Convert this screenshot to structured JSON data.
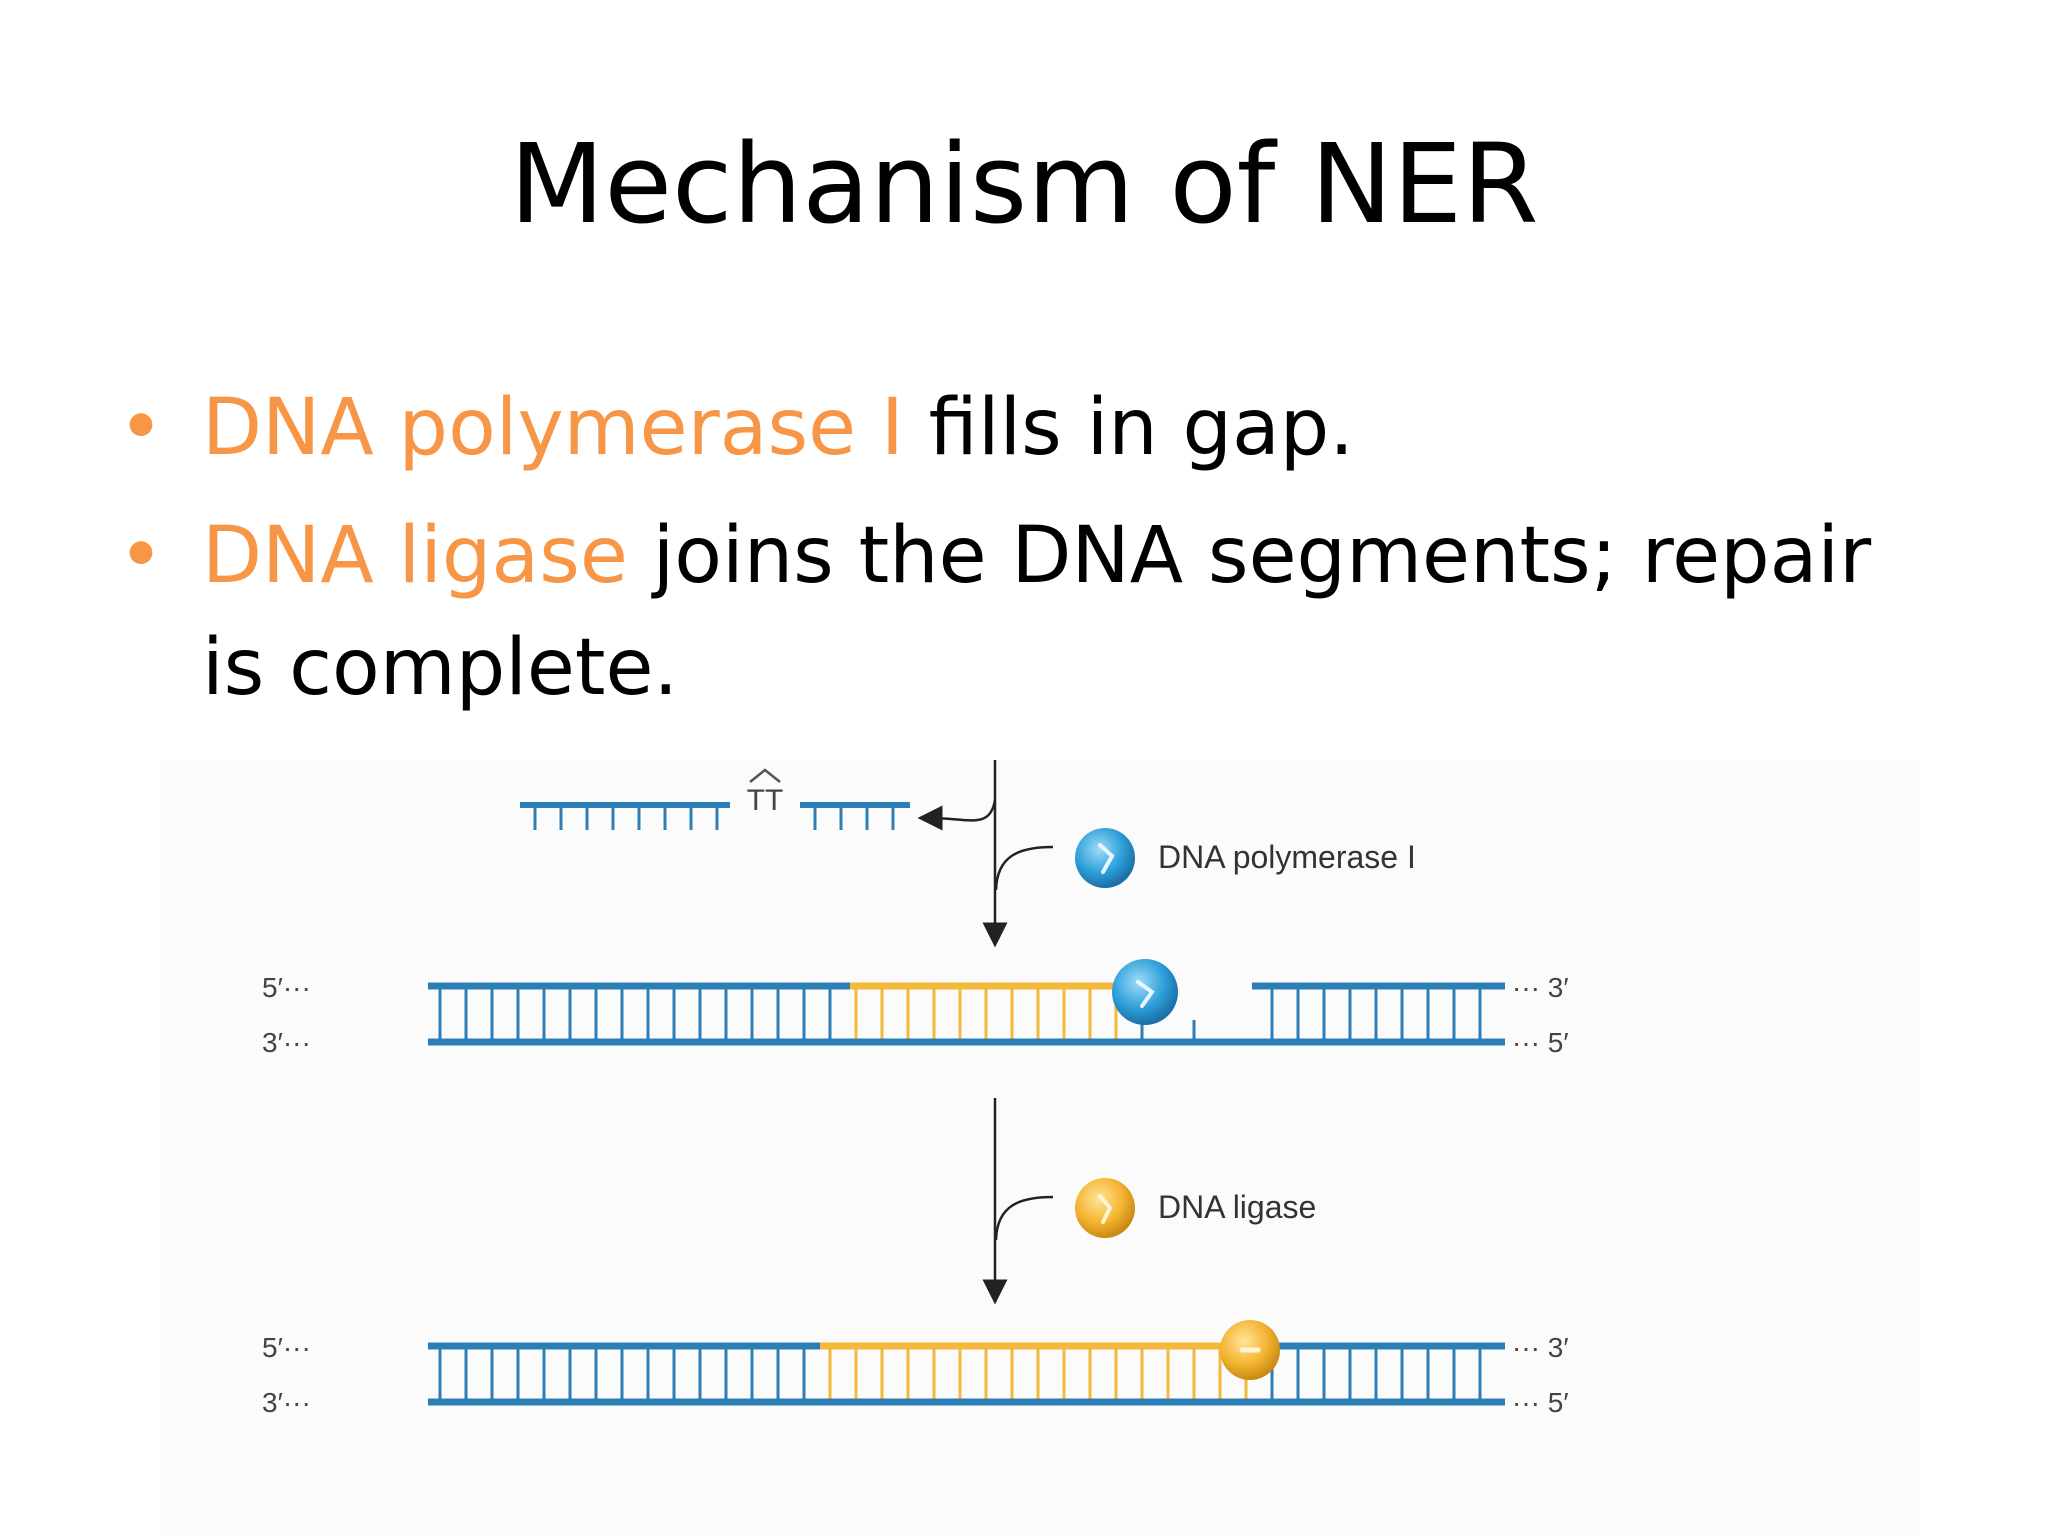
{
  "slide": {
    "title": "Mechanism of NER"
  },
  "bullets": [
    {
      "highlight": "DNA polymerase I",
      "rest": " fills in gap."
    },
    {
      "highlight": "DNA ligase",
      "rest": " joins the DNA segments; repair is complete."
    }
  ],
  "figure": {
    "excised_label": "TT",
    "enzymes": [
      {
        "name": "DNA polymerase I",
        "color": "#3aa6dd"
      },
      {
        "name": "DNA ligase",
        "color": "#f2b23a"
      }
    ],
    "strand_ends": {
      "top_left": "5′···",
      "bottom_left": "3′···",
      "top_right": "··· 3′",
      "bottom_right": "··· 5′"
    }
  },
  "colors": {
    "accent": "#F79646",
    "dna_strand": "#2b7fb6",
    "new_dna": "#f2b93a"
  }
}
